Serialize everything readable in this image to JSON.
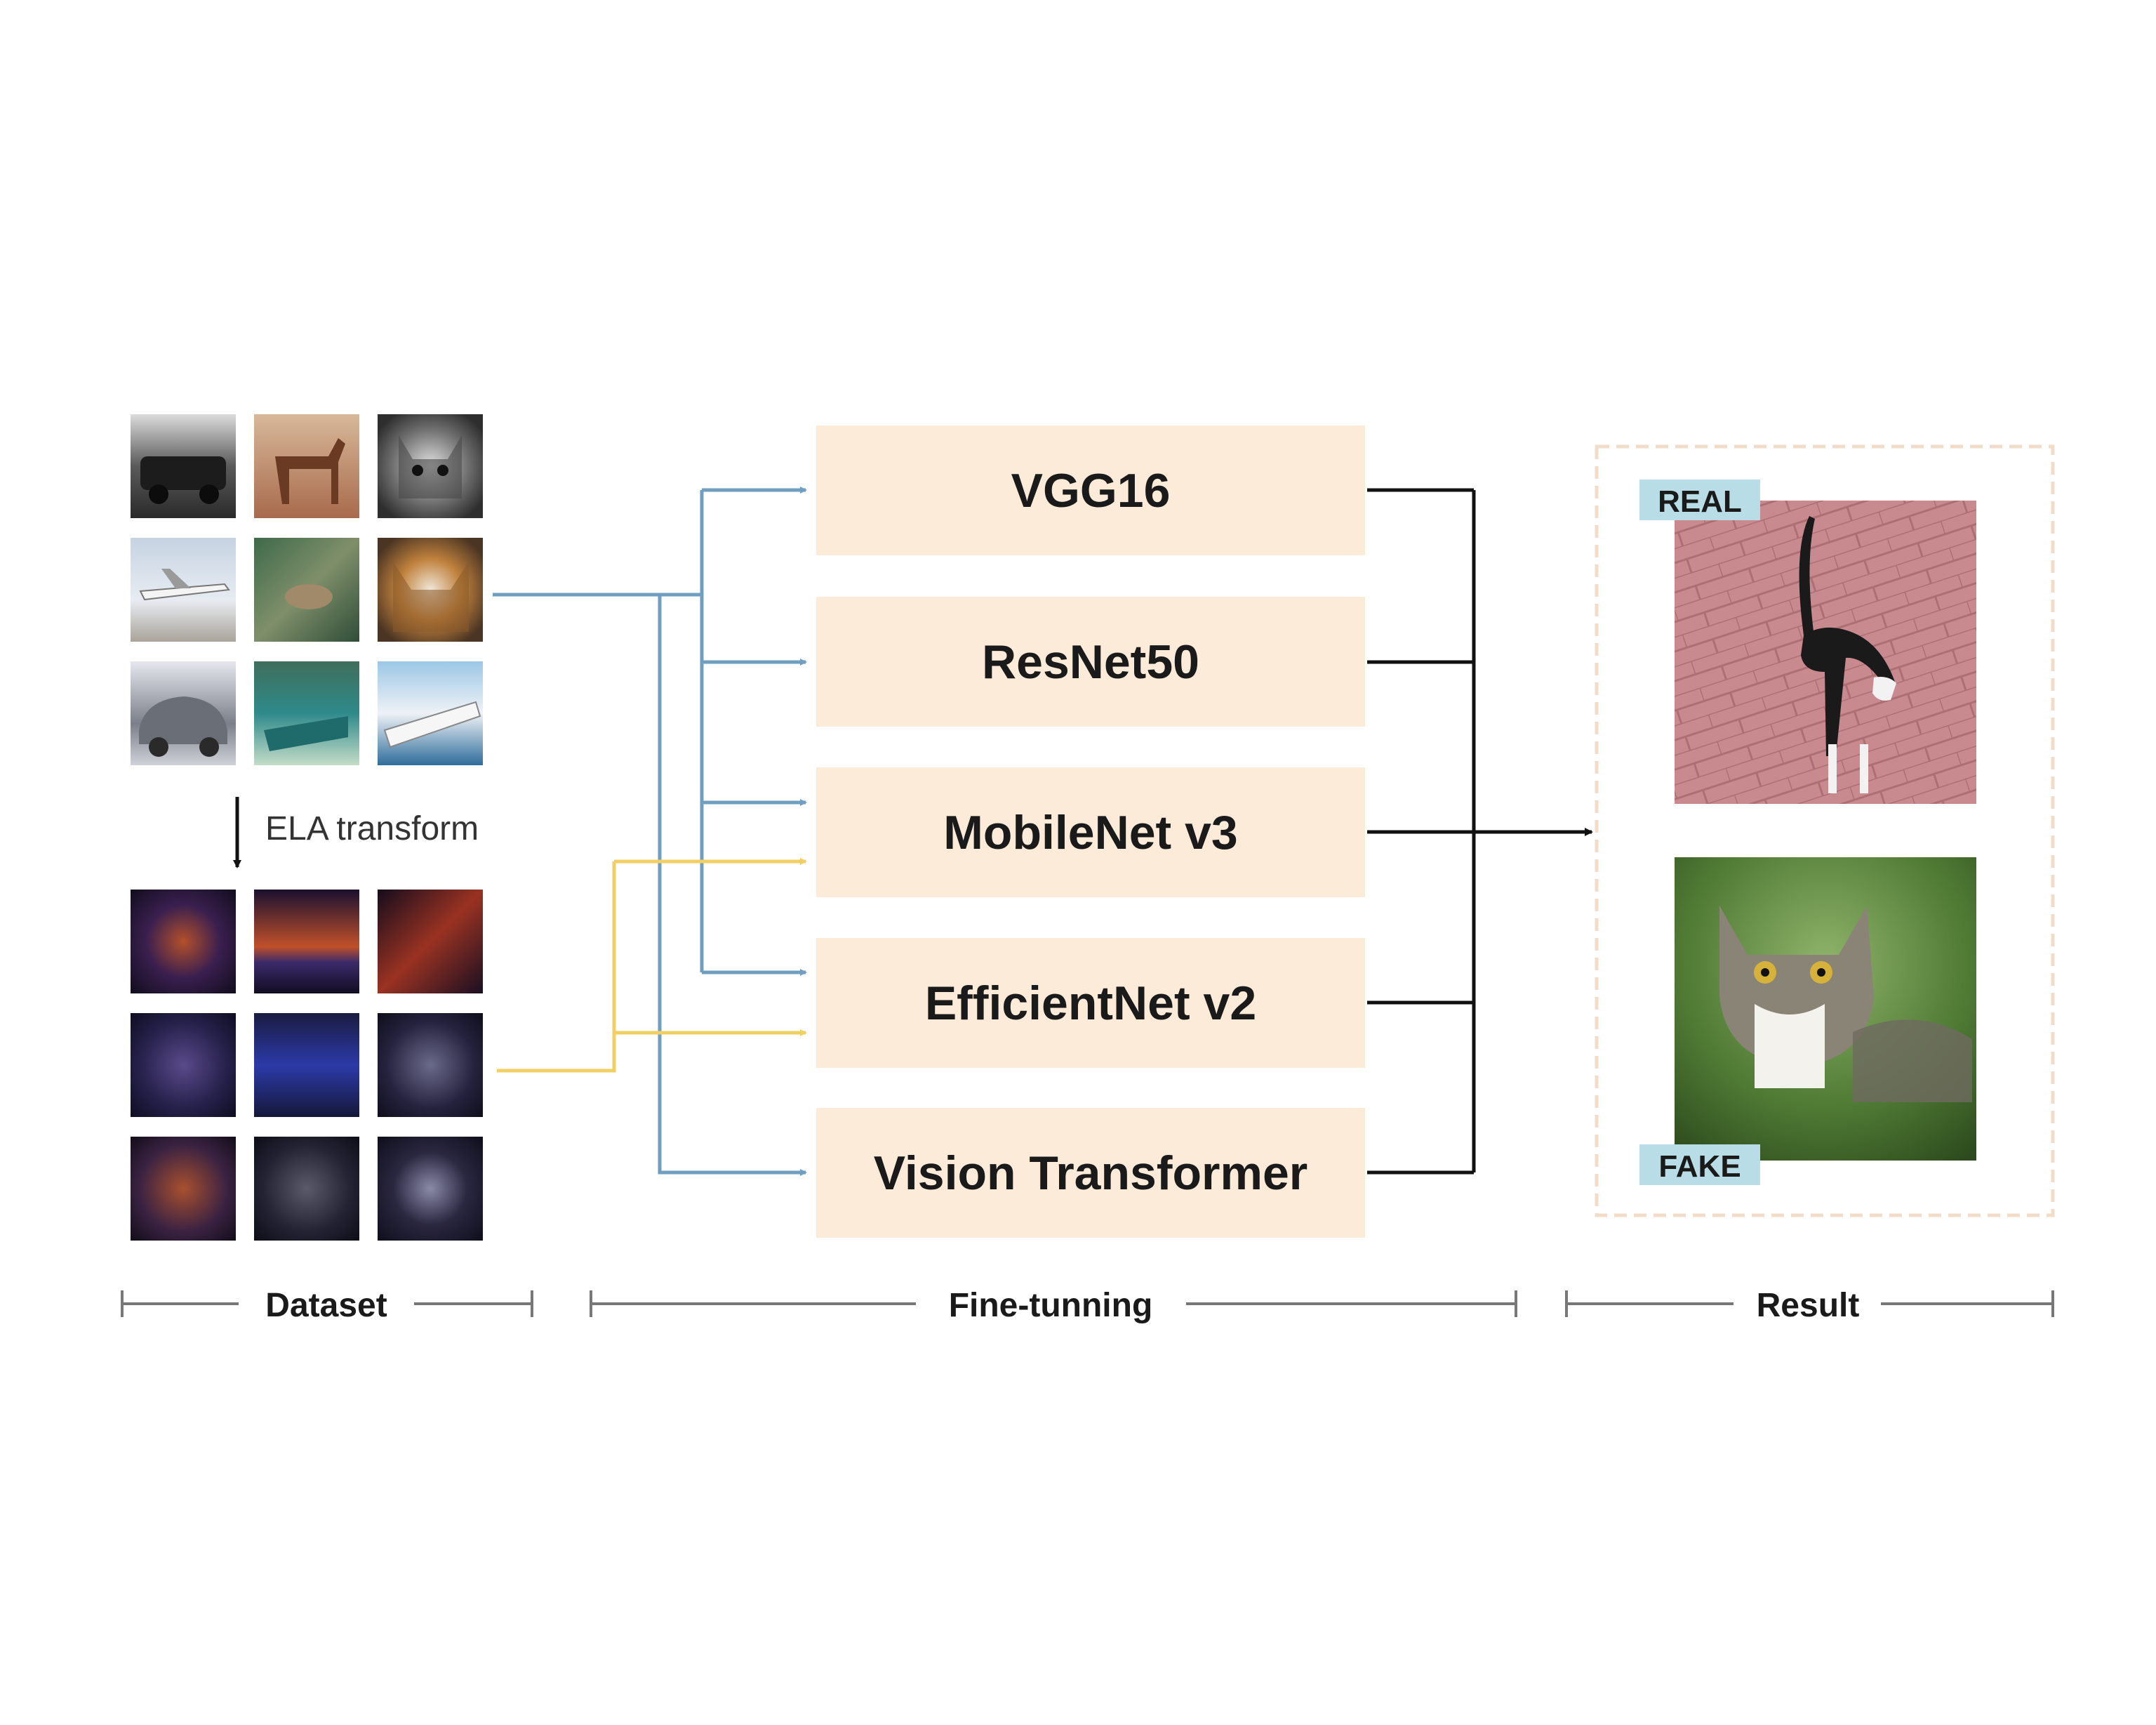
{
  "colors": {
    "model_box_fill": "#fcebd8",
    "photo_path": "#6f9ec0",
    "ela_path": "#f2cf62",
    "output_path": "#111111",
    "tag_fill": "#b9dde6",
    "result_border": "#f0dcc8"
  },
  "dataset": {
    "thumbnails": [
      "car",
      "horse",
      "cat",
      "airplane",
      "deer",
      "cat",
      "car",
      "ship",
      "ship"
    ],
    "ela_thumbnails": [
      "ela-1",
      "ela-2",
      "ela-3",
      "ela-4",
      "ela-5",
      "ela-6",
      "ela-7",
      "ela-8",
      "ela-9"
    ],
    "ela_transform_label": "ELA transform"
  },
  "models": [
    {
      "label": "VGG16"
    },
    {
      "label": "ResNet50"
    },
    {
      "label": "MobileNet v3"
    },
    {
      "label": "EfficientNet v2"
    },
    {
      "label": "Vision Transformer"
    }
  ],
  "result": {
    "real_tag": "REAL",
    "fake_tag": "FAKE",
    "real_image": "cat walking on brick pavement",
    "fake_image": "cat sitting in grass"
  },
  "sections": {
    "dataset": "Dataset",
    "fine_tuning": "Fine-tunning",
    "result": "Result"
  }
}
